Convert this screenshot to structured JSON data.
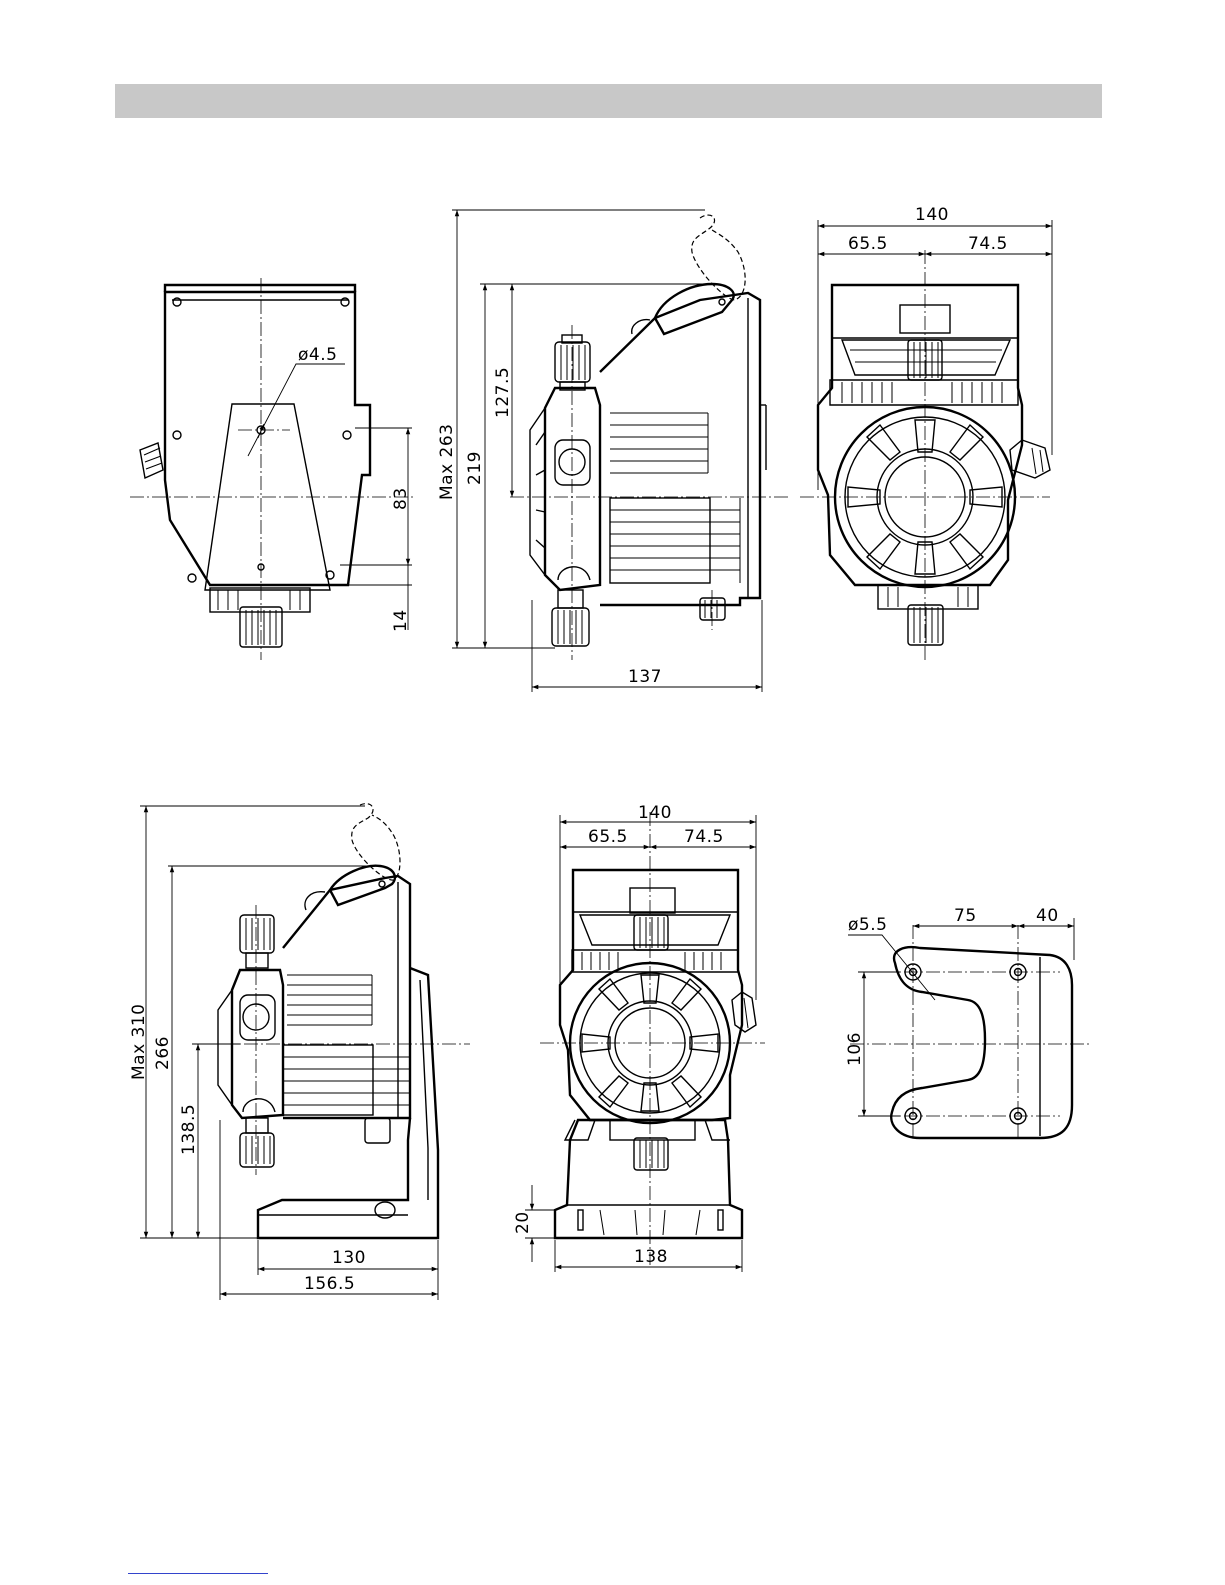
{
  "figure_a": {
    "front_view": {
      "hole_diameter": "ø4.5",
      "dim_83": "83",
      "dim_14": "14"
    },
    "side_view": {
      "max_height": "Max 263",
      "dim_219": "219",
      "dim_127_5": "127.5",
      "width": "137"
    },
    "rear_view": {
      "width": "140",
      "left": "65.5",
      "right": "74.5"
    }
  },
  "figure_b": {
    "side_view": {
      "max_height": "Max 310",
      "dim_266": "266",
      "dim_138_5": "138.5",
      "dim_130": "130",
      "dim_156_5": "156.5"
    },
    "front_view": {
      "width": "140",
      "left": "65.5",
      "right": "74.5",
      "base_height": "20",
      "base_width": "138"
    },
    "bracket": {
      "hole_diameter": "ø5.5",
      "dim_75": "75",
      "dim_40": "40",
      "dim_106": "106"
    }
  }
}
